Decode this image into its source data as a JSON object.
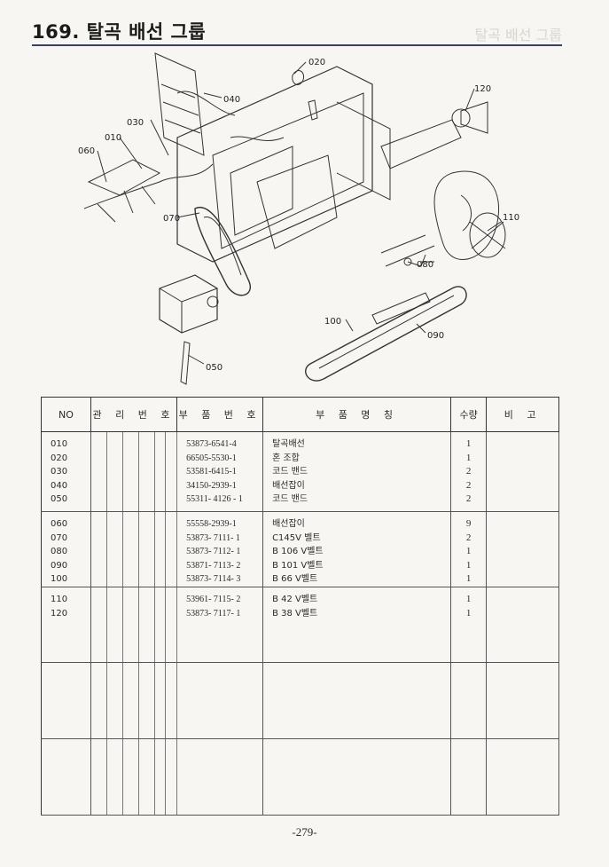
{
  "header": {
    "title": "169. 탈곡 배선 그룹",
    "ghost_text": "탈곡 배선 그룹"
  },
  "diagram": {
    "callouts": [
      "020",
      "040",
      "030",
      "010",
      "060",
      "120",
      "070",
      "110",
      "080",
      "100",
      "090",
      "050"
    ]
  },
  "table": {
    "headers": {
      "no": "NO",
      "mgmt": "관 리 번 호",
      "part_no": "부 품 번 호",
      "part_name": "부 품 명 칭",
      "qty": "수량",
      "remarks": "비 고"
    },
    "groups": [
      {
        "rows": [
          {
            "no": "010",
            "part": "53873-6541-4",
            "name": "탈곡배선",
            "qty": "1"
          },
          {
            "no": "020",
            "part": "66505-5530-1",
            "name": "혼 조합",
            "qty": "1"
          },
          {
            "no": "030",
            "part": "53581-6415-1",
            "name": "코드 밴드",
            "qty": "2"
          },
          {
            "no": "040",
            "part": "34150-2939-1",
            "name": "배선잡이",
            "qty": "2"
          },
          {
            "no": "050",
            "part": "55311- 4126 - 1",
            "name": "코드 밴드",
            "qty": "2"
          }
        ]
      },
      {
        "rows": [
          {
            "no": "060",
            "part": "55558-2939-1",
            "name": "배선잡이",
            "qty": "9"
          },
          {
            "no": "070",
            "part": "53873- 7111- 1",
            "name": "C145V 벨트",
            "qty": "2"
          },
          {
            "no": "080",
            "part": "53873- 7112- 1",
            "name": "B 106 V벨트",
            "qty": "1"
          },
          {
            "no": "090",
            "part": "53871- 7113- 2",
            "name": "B 101 V벨트",
            "qty": "1"
          },
          {
            "no": "100",
            "part": "53873- 7114- 3",
            "name": "B 66 V벨트",
            "qty": "1"
          }
        ]
      },
      {
        "rows": [
          {
            "no": "110",
            "part": "53961- 7115- 2",
            "name": "B 42 V벨트",
            "qty": "1"
          },
          {
            "no": "120",
            "part": "53873- 7117- 1",
            "name": "B 38 V벨트",
            "qty": "1"
          }
        ]
      },
      {
        "rows": []
      },
      {
        "rows": []
      }
    ]
  },
  "footer": {
    "page_number": "-279-"
  }
}
